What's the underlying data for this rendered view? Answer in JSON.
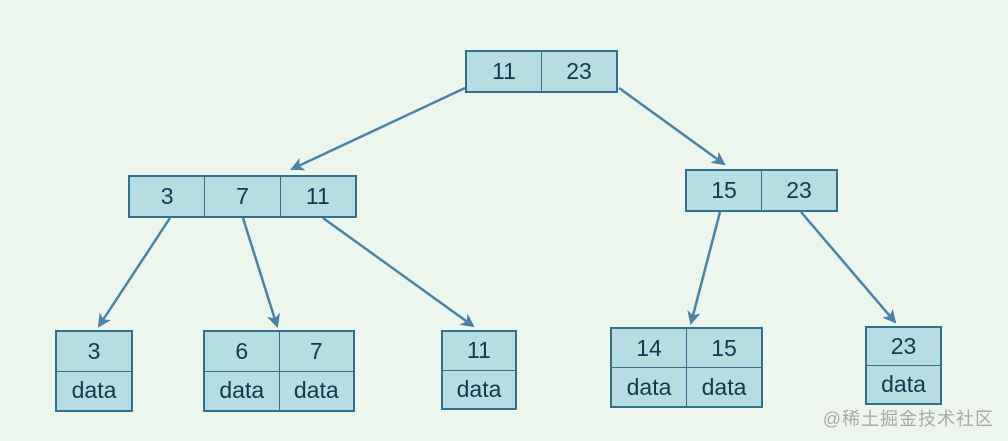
{
  "diagram": {
    "type": "b-plus-tree",
    "watermark": "@稀土掘金技术社区",
    "colors": {
      "background": "#edf6ec",
      "node_fill": "#b5dde2",
      "node_border": "#33708f",
      "arrow": "#4a83a8",
      "text": "#14384e"
    },
    "tree": {
      "root": {
        "id": "root",
        "keys": [
          "11",
          "23"
        ]
      },
      "internal": [
        {
          "id": "internal-left",
          "keys": [
            "3",
            "7",
            "11"
          ]
        },
        {
          "id": "internal-right",
          "keys": [
            "15",
            "23"
          ]
        }
      ],
      "leaves": [
        {
          "id": "leaf-3",
          "keys": [
            "3"
          ],
          "data": [
            "data"
          ]
        },
        {
          "id": "leaf-6-7",
          "keys": [
            "6",
            "7"
          ],
          "data": [
            "data",
            "data"
          ]
        },
        {
          "id": "leaf-11",
          "keys": [
            "11"
          ],
          "data": [
            "data"
          ]
        },
        {
          "id": "leaf-14-15",
          "keys": [
            "14",
            "15"
          ],
          "data": [
            "data",
            "data"
          ]
        },
        {
          "id": "leaf-23",
          "keys": [
            "23"
          ],
          "data": [
            "data"
          ]
        }
      ],
      "edges": [
        {
          "from": "root",
          "to": "internal-left"
        },
        {
          "from": "root",
          "to": "internal-right"
        },
        {
          "from": "internal-left",
          "to": "leaf-3"
        },
        {
          "from": "internal-left",
          "to": "leaf-6-7"
        },
        {
          "from": "internal-left",
          "to": "leaf-11"
        },
        {
          "from": "internal-right",
          "to": "leaf-14-15"
        },
        {
          "from": "internal-right",
          "to": "leaf-23"
        }
      ]
    }
  }
}
